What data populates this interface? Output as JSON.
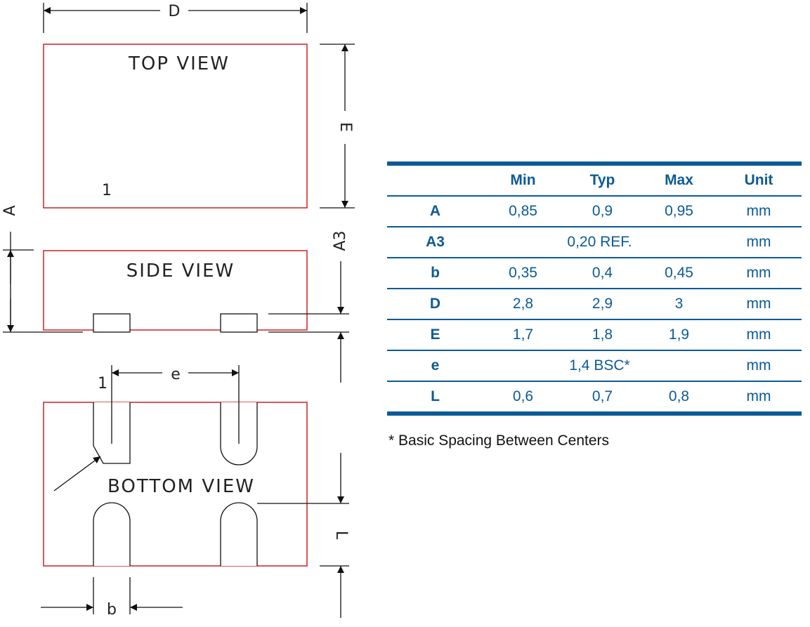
{
  "views": {
    "top": "TOP  VIEW",
    "side": "SIDE  VIEW",
    "bottom": "BOTTOM  VIEW"
  },
  "dimension_labels": {
    "D": "D",
    "E": "E",
    "A": "A",
    "A3": "A3",
    "e": "e",
    "L": "L",
    "b": "b",
    "pin1_top": "1",
    "pin1_bottom": "1"
  },
  "table": {
    "headers": [
      "",
      "Min",
      "Typ",
      "Max",
      "Unit"
    ],
    "rows": [
      {
        "param": "A",
        "min": "0,85",
        "typ": "0,9",
        "max": "0,95",
        "unit": "mm"
      },
      {
        "param": "A3",
        "span": "0,20 REF.",
        "unit": "mm"
      },
      {
        "param": "b",
        "min": "0,35",
        "typ": "0,4",
        "max": "0,45",
        "unit": "mm"
      },
      {
        "param": "D",
        "min": "2,8",
        "typ": "2,9",
        "max": "3",
        "unit": "mm"
      },
      {
        "param": "E",
        "min": "1,7",
        "typ": "1,8",
        "max": "1,9",
        "unit": "mm"
      },
      {
        "param": "e",
        "span": "1,4 BSC*",
        "unit": "mm"
      },
      {
        "param": "L",
        "min": "0,6",
        "typ": "0,7",
        "max": "0,8",
        "unit": "mm"
      }
    ]
  },
  "footnote": "* Basic Spacing Between Centers",
  "colors": {
    "outline": "#cc2222",
    "line": "#111111",
    "table_accent": "#0b5a96"
  }
}
